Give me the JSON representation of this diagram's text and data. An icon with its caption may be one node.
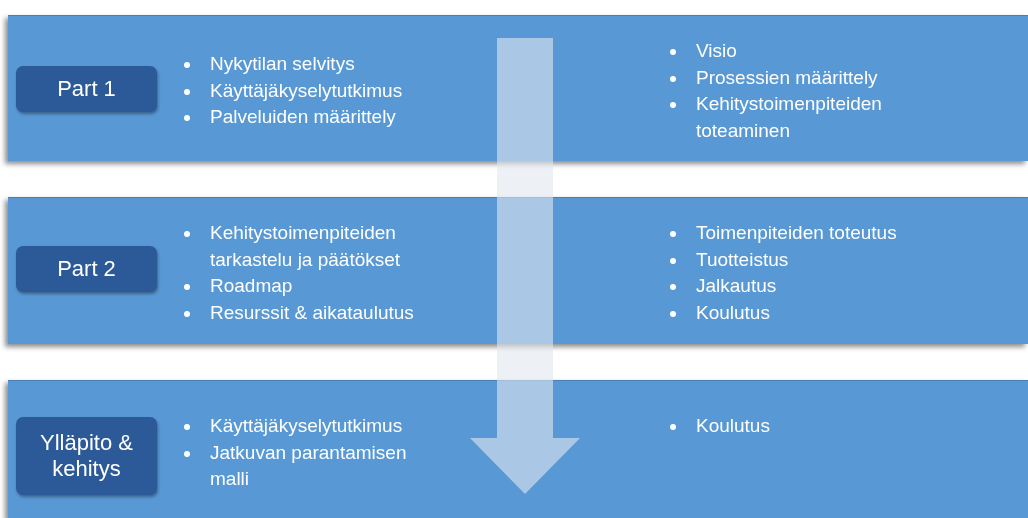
{
  "diagram": {
    "nodes": [
      {
        "text": [
          "Nykytilan selvitys",
          "Käyttäjäkyselytutkimus",
          "Palveluiden määrittely",
          "Visio",
          "Prosessien määrittely",
          "Kehitystoimenpiteiden toteaminen"
        ]
      },
      {
        "text": [
          "Part 1"
        ],
        "in": 0
      },
      {
        "text": [
          "Kehitystoimenpiteiden tarkastelu ja päätökset",
          "Roadmap",
          "Resurssit & aikataulutus",
          "Toimenpiteiden toteutus",
          "Tuotteistus",
          "Jalkautus",
          "Koulutus"
        ]
      },
      {
        "text": [
          "Part 2"
        ],
        "in": 2
      },
      {
        "text": [
          "Käyttäjäkyselytutkimus",
          "Jatkuvan parantamisen malli",
          "Koulutus"
        ]
      },
      {
        "text": [
          "Ylläpito & kehitys"
        ],
        "in": 4
      }
    ]
  }
}
